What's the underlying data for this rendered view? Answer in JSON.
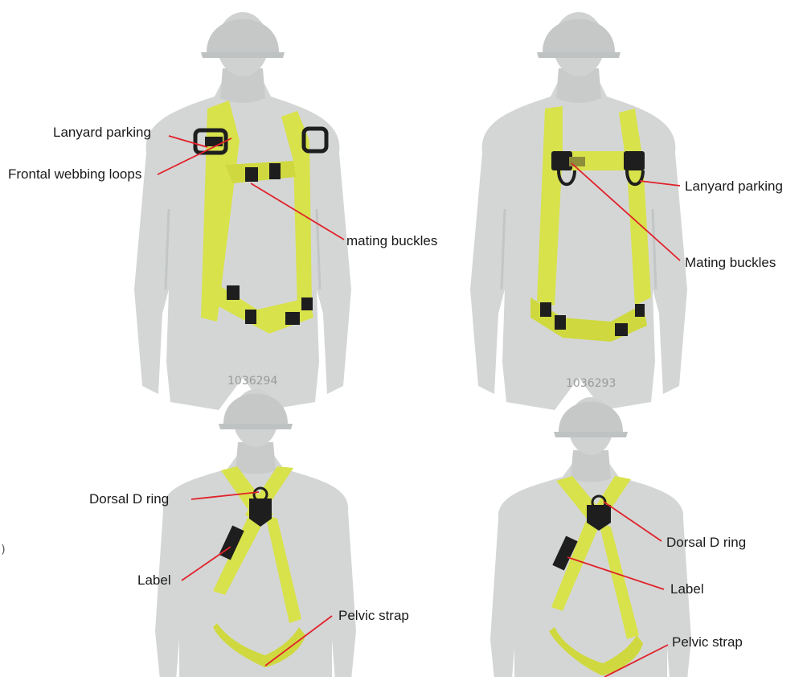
{
  "colors": {
    "mannequin": "#d4d6d6",
    "mannequin_shadow": "#c3c6c6",
    "harness": "#d8e24a",
    "harness_dark": "#b6c02e",
    "buckle": "#1e1e1e",
    "leader_line": "#e0222a",
    "code_text": "#9a9a9a"
  },
  "panels": {
    "top_left": {
      "code": "1036294",
      "labels": {
        "lanyard_parking": "Lanyard parking",
        "frontal_webbing_loops": "Frontal webbing loops",
        "mating_buckles": "mating buckles"
      }
    },
    "top_right": {
      "code": "1036293",
      "labels": {
        "lanyard_parking": "Lanyard parking",
        "mating_buckles": "Mating buckles"
      }
    },
    "bottom_left": {
      "labels": {
        "dorsal_d_ring": "Dorsal D ring",
        "label": "Label",
        "pelvic_strap": "Pelvic strap"
      }
    },
    "bottom_right": {
      "labels": {
        "dorsal_d_ring": "Dorsal D ring",
        "label": "Label",
        "pelvic_strap": "Pelvic strap"
      }
    }
  },
  "stray_glyph": ")"
}
